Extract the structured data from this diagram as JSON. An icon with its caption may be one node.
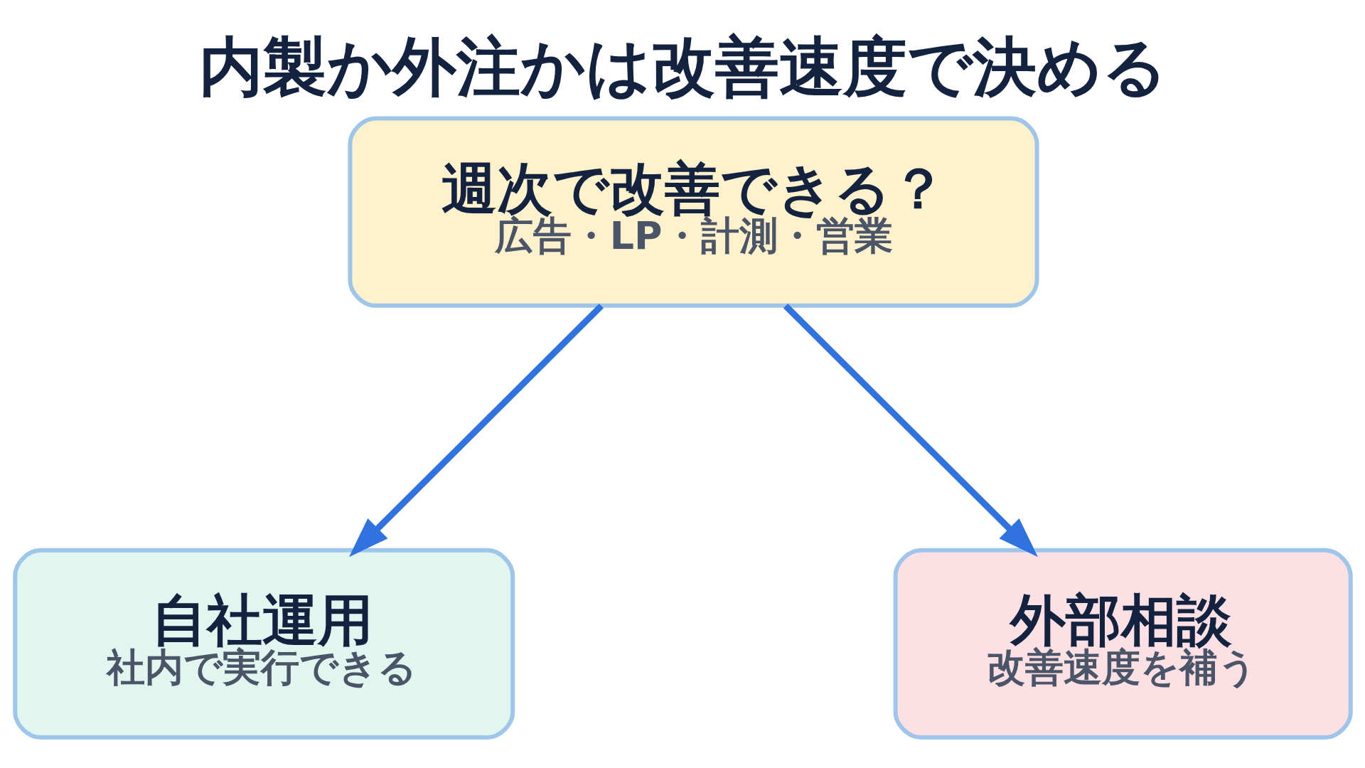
{
  "diagram": {
    "title": "内製か外注かは改善速度で決める",
    "nodes": [
      {
        "text": [
          "週次で改善できる？",
          "広告・LP・計測・営業"
        ]
      },
      {
        "text": [
          "自社運用",
          "社内で実行できる"
        ]
      },
      {
        "text": [
          "外部相談",
          "改善速度を補う"
        ]
      }
    ],
    "edges": [
      {
        "from": 0,
        "to": 1,
        "arrow": "to"
      },
      {
        "from": 0,
        "to": 2,
        "arrow": "to"
      }
    ]
  }
}
